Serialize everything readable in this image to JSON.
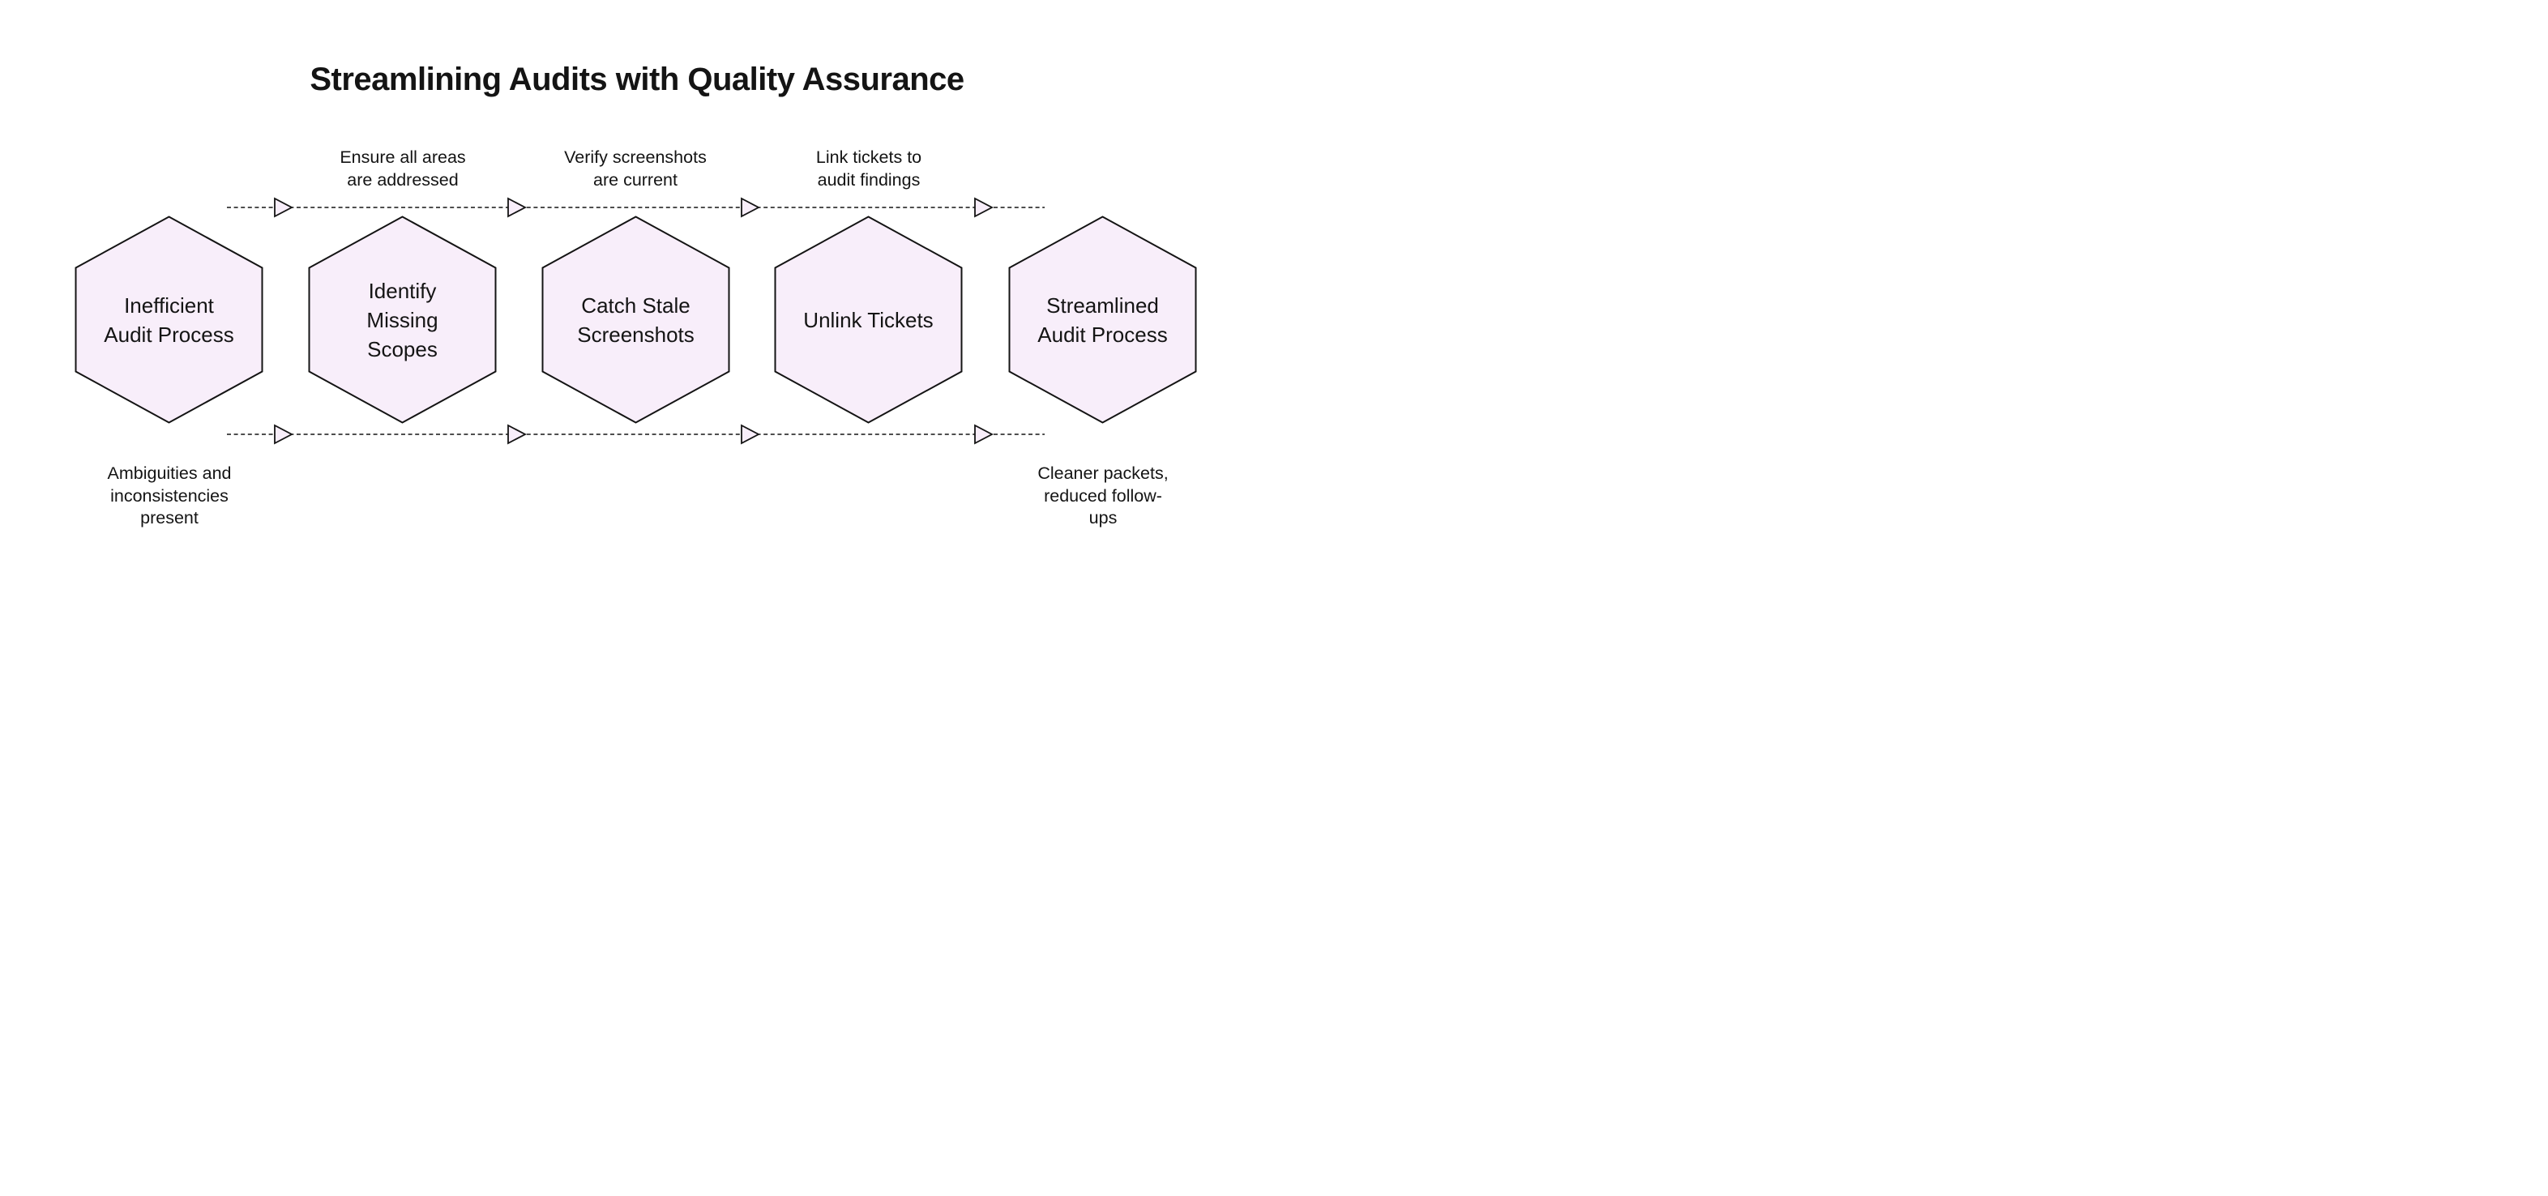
{
  "title": "Streamlining Audits with Quality Assurance",
  "colors": {
    "background": "#ffffff",
    "node_fill": "#f8eefa",
    "outline": "#141414",
    "text": "#141414",
    "arrowhead_fill": "#f8eefa"
  },
  "connector_style": "dashed-right-arrows",
  "steps": [
    {
      "label": "Inefficient\nAudit Process",
      "caption": "Ambiguities and\ninconsistencies\npresent"
    },
    {
      "label": "Identify\nMissing\nScopes",
      "annotation": "Ensure all areas\nare addressed"
    },
    {
      "label": "Catch Stale\nScreenshots",
      "annotation": "Verify screenshots\nare current"
    },
    {
      "label": "Unlink Tickets",
      "annotation": "Link tickets to\naudit findings"
    },
    {
      "label": "Streamlined\nAudit Process",
      "caption": "Cleaner packets,\nreduced follow-\nups"
    }
  ]
}
